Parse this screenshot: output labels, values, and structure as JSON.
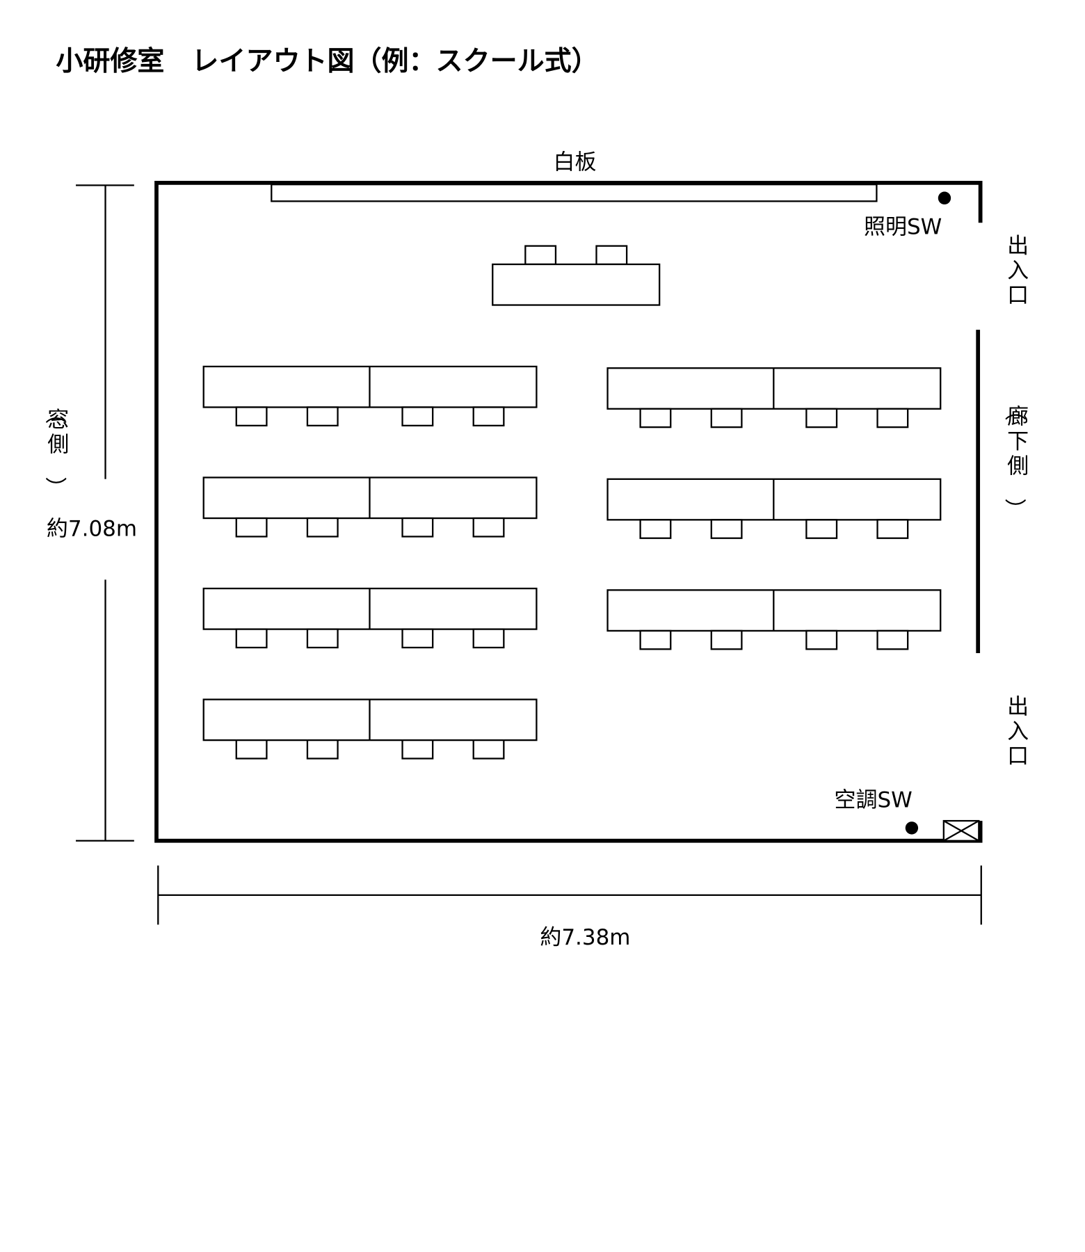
{
  "title": "小研修室　レイアウト図（例：スクール式）",
  "labels": {
    "whiteboard": "白板",
    "light_switch": "照明SW",
    "ac_switch": "空調SW",
    "entrance_top": "出入口",
    "entrance_bottom": "出入口",
    "corridor_side": "（廊下側）",
    "window_side": "（窓側）"
  },
  "dimensions": {
    "height": "約7.08m",
    "width": "約7.38m"
  },
  "layout": {
    "left_desk_rows": 4,
    "right_desk_rows": 3,
    "chairs_per_row": 4
  }
}
